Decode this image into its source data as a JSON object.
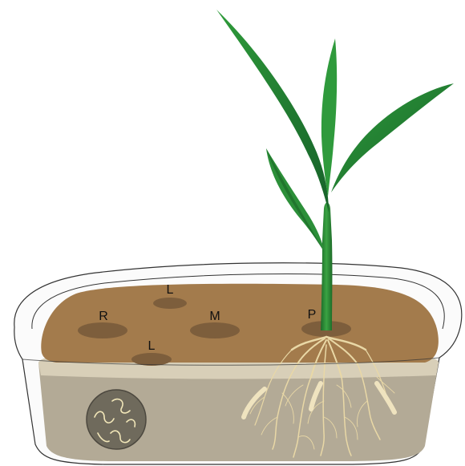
{
  "labels": {
    "spot_l_top": "L",
    "spot_r": "R",
    "spot_m": "M",
    "spot_l_bottom": "L",
    "spot_p": "P"
  },
  "colors": {
    "soil_top": "#a37b4c",
    "soil_spot": "#7d5e3c",
    "soil_side": "#c8bda3",
    "soil_deep": "#b1a895",
    "leaf_dark": "#1f7a2e",
    "leaf_light": "#3faa45",
    "root": "#e9d8a6",
    "container_outline": "#333333"
  },
  "icons": {
    "inset": "magnified-soil-nematodes-icon",
    "plant": "maize-seedling-icon"
  }
}
